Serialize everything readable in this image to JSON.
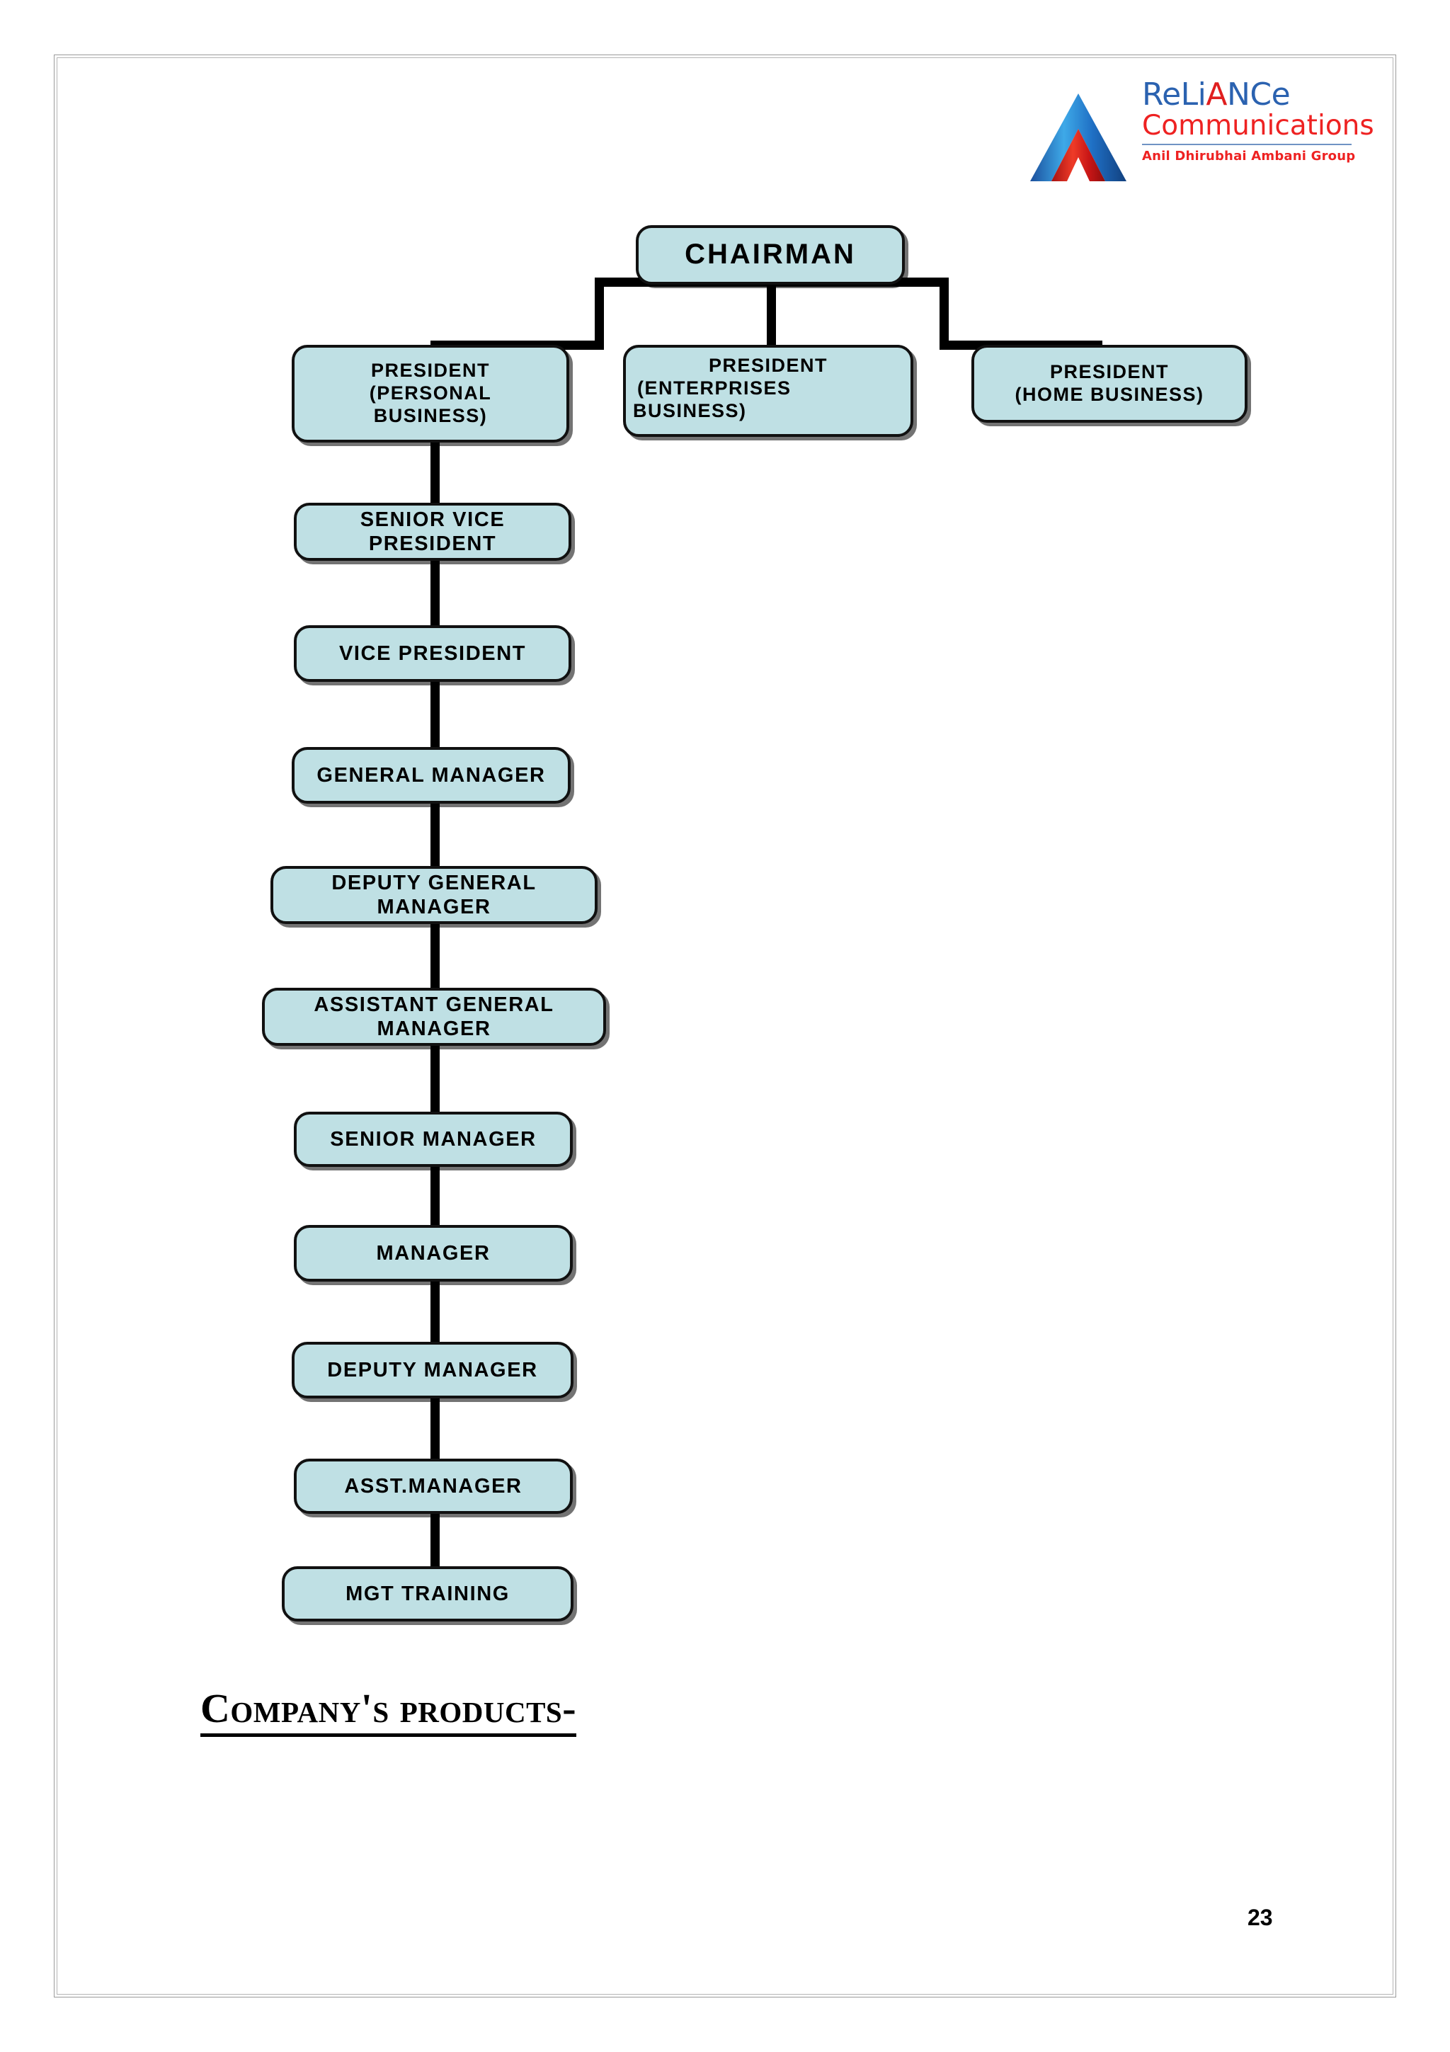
{
  "page": {
    "number": "23",
    "background_color": "#ffffff",
    "border_color": "#9a9a9a"
  },
  "logo": {
    "brand_line1": "RELIANCe",
    "brand_line1_prefix": "ReLi",
    "brand_line1_accent": "A",
    "brand_line1_suffix": "NCe",
    "brand_line2": "Communications",
    "tagline": "Anil Dhirubhai Ambani Group",
    "colors": {
      "blue": "#2b62b0",
      "red": "#ee2222",
      "rule": "#6f93c4"
    }
  },
  "org_chart": {
    "node_fill": "#bfe0e4",
    "node_border": "#111111",
    "connector_color": "#000000",
    "root": {
      "label": "CHAIRMAN"
    },
    "divisions": [
      {
        "label": "PRESIDENT\n(PERSONAL\nBUSINESS)",
        "line1": "PRESIDENT",
        "line2": "(PERSONAL",
        "line3": "BUSINESS)"
      },
      {
        "label": "PRESIDENT\n(ENTERPRISES\nBUSINESS)",
        "line1": "PRESIDENT",
        "line2": "(ENTERPRISES",
        "line3": "BUSINESS)"
      },
      {
        "label": "PRESIDENT\n(HOME BUSINESS)",
        "line1": "PRESIDENT",
        "line2": "(HOME BUSINESS)",
        "line3": ""
      }
    ],
    "ranks": [
      {
        "label": "SENIOR VICE PRESIDENT",
        "line1": "SENIOR VICE",
        "line2": "PRESIDENT"
      },
      {
        "label": "VICE PRESIDENT",
        "line1": "VICE PRESIDENT",
        "line2": ""
      },
      {
        "label": "GENERAL MANAGER",
        "line1": "GENERAL MANAGER",
        "line2": ""
      },
      {
        "label": "DEPUTY GENERAL MANAGER",
        "line1": "DEPUTY GENERAL",
        "line2": "MANAGER"
      },
      {
        "label": "ASSISTANT GENERAL MANAGER",
        "line1": "ASSISTANT GENERAL",
        "line2": "MANAGER"
      },
      {
        "label": "SENIOR MANAGER",
        "line1": "SENIOR MANAGER",
        "line2": ""
      },
      {
        "label": "MANAGER",
        "line1": "MANAGER",
        "line2": ""
      },
      {
        "label": "DEPUTY MANAGER",
        "line1": "DEPUTY MANAGER",
        "line2": ""
      },
      {
        "label": "ASST.MANAGER",
        "line1": "ASST.MANAGER",
        "line2": ""
      },
      {
        "label": "MGT TRAINING",
        "line1": "MGT TRAINING",
        "line2": ""
      }
    ]
  },
  "section": {
    "products_heading": "Company's products-"
  }
}
